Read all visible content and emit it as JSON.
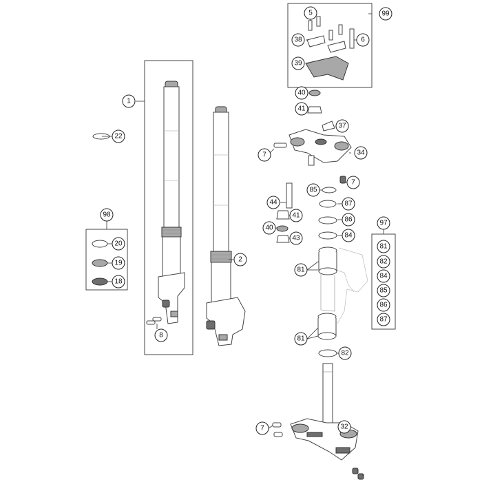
{
  "callouts": [
    {
      "id": "c1",
      "label": "1"
    },
    {
      "id": "c2",
      "label": "2"
    },
    {
      "id": "c5",
      "label": "5"
    },
    {
      "id": "c6",
      "label": "6"
    },
    {
      "id": "c7a",
      "label": "7"
    },
    {
      "id": "c7b",
      "label": "7"
    },
    {
      "id": "c7c",
      "label": "7"
    },
    {
      "id": "c8",
      "label": "8"
    },
    {
      "id": "c18",
      "label": "18"
    },
    {
      "id": "c19",
      "label": "19"
    },
    {
      "id": "c20",
      "label": "20"
    },
    {
      "id": "c22",
      "label": "22"
    },
    {
      "id": "c32",
      "label": "32"
    },
    {
      "id": "c34",
      "label": "34"
    },
    {
      "id": "c37",
      "label": "37"
    },
    {
      "id": "c38",
      "label": "38"
    },
    {
      "id": "c39",
      "label": "39"
    },
    {
      "id": "c40a",
      "label": "40"
    },
    {
      "id": "c40b",
      "label": "40"
    },
    {
      "id": "c41a",
      "label": "41"
    },
    {
      "id": "c41b",
      "label": "41"
    },
    {
      "id": "c43",
      "label": "43"
    },
    {
      "id": "c44",
      "label": "44"
    },
    {
      "id": "c81a",
      "label": "81"
    },
    {
      "id": "c81b",
      "label": "81"
    },
    {
      "id": "c82",
      "label": "82"
    },
    {
      "id": "c84",
      "label": "84"
    },
    {
      "id": "c85",
      "label": "85"
    },
    {
      "id": "c86",
      "label": "86"
    },
    {
      "id": "c87",
      "label": "87"
    },
    {
      "id": "c97",
      "label": "97"
    },
    {
      "id": "c98",
      "label": "98"
    },
    {
      "id": "c99",
      "label": "99"
    },
    {
      "id": "k81",
      "label": "81"
    },
    {
      "id": "k82",
      "label": "82"
    },
    {
      "id": "k84",
      "label": "84"
    },
    {
      "id": "k85",
      "label": "85"
    },
    {
      "id": "k86",
      "label": "86"
    },
    {
      "id": "k87",
      "label": "87"
    }
  ]
}
